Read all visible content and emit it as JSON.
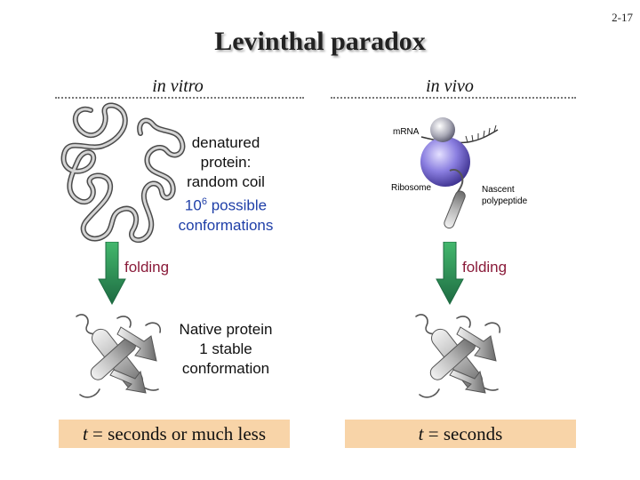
{
  "slide_number": "2-17",
  "title": "Levinthal paradox",
  "left": {
    "heading": "in vitro",
    "denatured_lines": [
      "denatured",
      "protein:",
      "random coil"
    ],
    "count_base": "10",
    "count_exp": "6",
    "count_rest": " possible",
    "conformations": "conformations",
    "folding": "folding",
    "native_lines": [
      "Native protein",
      "1 stable",
      "conformation"
    ],
    "time_var": "t",
    "time_rest": " = seconds or much less"
  },
  "right": {
    "heading": "in vivo",
    "mrna_label": "mRNA",
    "ribosome_label": "Ribosome",
    "nascent_label": "Nascent",
    "polypeptide_label": "polypeptide",
    "folding": "folding",
    "time_var": "t",
    "time_rest": " = seconds"
  },
  "colors": {
    "arrow_dark": "#1e6b42",
    "arrow_light": "#43b86d",
    "highlight_blue": "#1f3fa8",
    "folding_text": "#8a1b3a",
    "time_box": "#f8d4a8"
  }
}
